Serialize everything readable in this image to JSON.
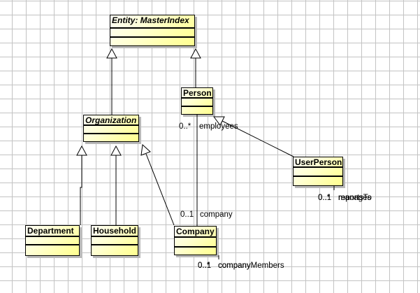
{
  "diagram_type": "uml-class-diagram",
  "colors": {
    "class_fill_light": "#fffff6",
    "class_fill_dark": "#ffff8f",
    "class_border": "#000000",
    "class_shadow": "#b9b9b9",
    "grid_line": "#c3c3c3",
    "canvas_background": "#ffffff",
    "text": "#000000"
  },
  "classes": [
    {
      "name": "Entity: MasterIndex",
      "abstract": true
    },
    {
      "name": "Person",
      "abstract": false
    },
    {
      "name": "Organization",
      "abstract": true
    },
    {
      "name": "UserPerson",
      "abstract": false
    },
    {
      "name": "Department",
      "abstract": false
    },
    {
      "name": "Household",
      "abstract": false
    },
    {
      "name": "Company",
      "abstract": false
    }
  ],
  "associations": {
    "person_company": {
      "person_end_mult": "0..*",
      "person_end_role": "employees",
      "company_end_mult": "0..1",
      "company_end_role": "company"
    },
    "userperson_overlapped_labels": {
      "mult_a": "0..1",
      "mult_b": "0..*",
      "role_a": "manages",
      "role_b": "reportsTo"
    },
    "company_overlapped_labels": {
      "mult_a": "0..1",
      "mult_b": "0..*",
      "role_a": "company",
      "role_b": "companyMembers"
    }
  },
  "generalizations": [
    {
      "from": "Organization",
      "to": "Entity: MasterIndex"
    },
    {
      "from": "Person",
      "to": "Entity: MasterIndex"
    },
    {
      "from": "Department",
      "to": "Organization"
    },
    {
      "from": "Household",
      "to": "Organization"
    },
    {
      "from": "Company",
      "to": "Organization"
    },
    {
      "from": "UserPerson",
      "to": "Person"
    }
  ]
}
